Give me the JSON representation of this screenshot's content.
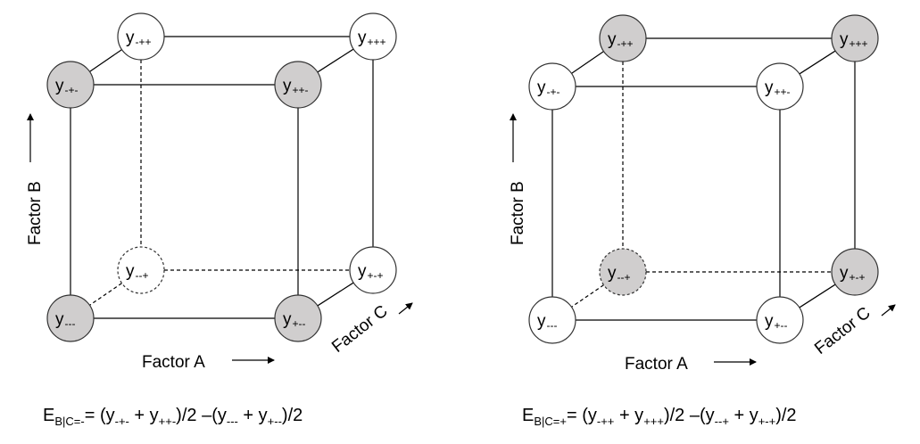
{
  "colors": {
    "shaded_fill": "#d0cece",
    "unshaded_fill": "#ffffff",
    "stroke": "#000000"
  },
  "cubes": [
    {
      "id": "left",
      "nodes": [
        {
          "key": "-++",
          "base": "y",
          "sub": "-++",
          "shaded": false,
          "hidden": false
        },
        {
          "key": "+++",
          "base": "y",
          "sub": "+++",
          "shaded": false,
          "hidden": false
        },
        {
          "key": "-+-",
          "base": "y",
          "sub": "-+-",
          "shaded": true,
          "hidden": false
        },
        {
          "key": "++-",
          "base": "y",
          "sub": "++-",
          "shaded": true,
          "hidden": false
        },
        {
          "key": "--+",
          "base": "y",
          "sub": "--+",
          "shaded": false,
          "hidden": true
        },
        {
          "key": "+-+",
          "base": "y",
          "sub": "+-+",
          "shaded": false,
          "hidden": false
        },
        {
          "key": "---",
          "base": "y",
          "sub": "---",
          "shaded": true,
          "hidden": false
        },
        {
          "key": "+--",
          "base": "y",
          "sub": "+--",
          "shaded": true,
          "hidden": false
        }
      ],
      "axis_labels": {
        "a": "Factor A",
        "b": "Factor B",
        "c": "Factor C"
      },
      "formula": {
        "lhs": "E",
        "lhs_sub": "B|C=-",
        "parts": [
          {
            "t": "= (y"
          },
          {
            "s": "-+-"
          },
          {
            "t": " + y"
          },
          {
            "s": "++-"
          },
          {
            "t": ")/2 –(y"
          },
          {
            "s": "---"
          },
          {
            "t": " + y"
          },
          {
            "s": "+--"
          },
          {
            "t": ")/2"
          }
        ]
      }
    },
    {
      "id": "right",
      "nodes": [
        {
          "key": "-++",
          "base": "y",
          "sub": "-++",
          "shaded": true,
          "hidden": false
        },
        {
          "key": "+++",
          "base": "y",
          "sub": "+++",
          "shaded": true,
          "hidden": false
        },
        {
          "key": "-+-",
          "base": "y",
          "sub": "-+-",
          "shaded": false,
          "hidden": false
        },
        {
          "key": "++-",
          "base": "y",
          "sub": "++-",
          "shaded": false,
          "hidden": false
        },
        {
          "key": "--+",
          "base": "y",
          "sub": "--+",
          "shaded": true,
          "hidden": true
        },
        {
          "key": "+-+",
          "base": "y",
          "sub": "+-+",
          "shaded": true,
          "hidden": false
        },
        {
          "key": "---",
          "base": "y",
          "sub": "---",
          "shaded": false,
          "hidden": false
        },
        {
          "key": "+--",
          "base": "y",
          "sub": "+--",
          "shaded": false,
          "hidden": false
        }
      ],
      "axis_labels": {
        "a": "Factor A",
        "b": "Factor B",
        "c": "Factor C"
      },
      "formula": {
        "lhs": "E",
        "lhs_sub": "B|C=+",
        "parts": [
          {
            "t": "= (y"
          },
          {
            "s": "-++"
          },
          {
            "t": " + y"
          },
          {
            "s": "+++"
          },
          {
            "t": ")/2 –(y"
          },
          {
            "s": "--+"
          },
          {
            "t": " + y"
          },
          {
            "s": "+-+"
          },
          {
            "t": ")/2"
          }
        ]
      }
    }
  ]
}
